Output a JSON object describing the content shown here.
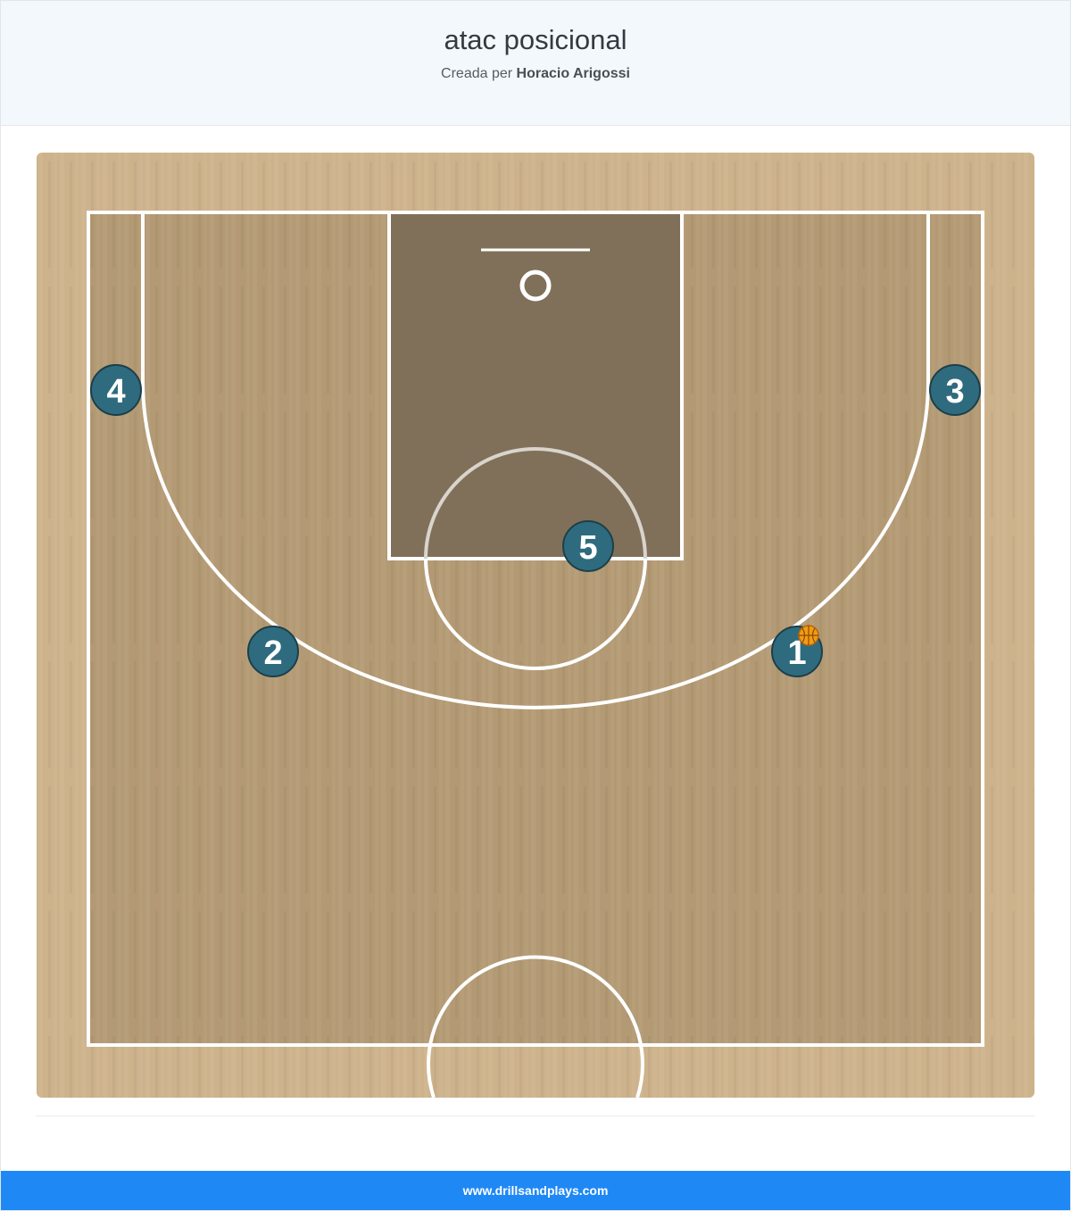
{
  "header": {
    "title": "atac posicional",
    "subtitle_prefix": "Creada per",
    "author": "Horacio Arigossi"
  },
  "court": {
    "players": [
      {
        "label": "4",
        "has_ball": false
      },
      {
        "label": "3",
        "has_ball": false
      },
      {
        "label": "5",
        "has_ball": false
      },
      {
        "label": "2",
        "has_ball": false
      },
      {
        "label": "1",
        "has_ball": true
      }
    ],
    "colors": {
      "floor": "#b39a74",
      "border_wood": "#cdb38c",
      "paint": "#80705a",
      "lines": "#ffffff",
      "player_fill": "#2f6b7e",
      "ball": "#f39c12"
    },
    "icons": {
      "ball": "basketball-icon"
    }
  },
  "footer": {
    "link_text": "www.drillsandplays.com"
  }
}
